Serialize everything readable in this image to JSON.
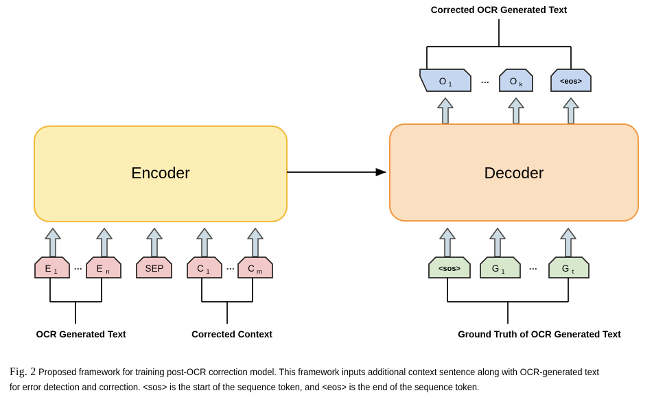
{
  "figure": {
    "top_title": "Corrected OCR Generated Text",
    "encoder": {
      "label": "Encoder"
    },
    "decoder": {
      "label": "Decoder"
    },
    "ellipsis": "...",
    "output_tokens": [
      {
        "id": "o1",
        "base": "O",
        "sub": "1",
        "plain": ""
      },
      {
        "id": "ok",
        "base": "O",
        "sub": "k",
        "plain": ""
      },
      {
        "id": "eos",
        "base": "",
        "sub": "",
        "plain": "<eos>"
      }
    ],
    "encoder_tokens": [
      {
        "id": "e1",
        "base": "E",
        "sub": "1",
        "plain": ""
      },
      {
        "id": "en",
        "base": "E",
        "sub": "n",
        "plain": ""
      },
      {
        "id": "sep",
        "base": "",
        "sub": "",
        "plain": "SEP"
      },
      {
        "id": "c1",
        "base": "C",
        "sub": "1",
        "plain": ""
      },
      {
        "id": "cm",
        "base": "C",
        "sub": "m",
        "plain": ""
      }
    ],
    "decoder_tokens": [
      {
        "id": "sos",
        "base": "",
        "sub": "",
        "plain": "<sos>"
      },
      {
        "id": "g1",
        "base": "G",
        "sub": "1",
        "plain": ""
      },
      {
        "id": "gt",
        "base": "G",
        "sub": "t",
        "plain": ""
      }
    ],
    "group_labels": {
      "ocr_generated_text": "OCR Generated Text",
      "corrected_context": "Corrected Context",
      "ground_truth": "Ground Truth of OCR Generated Text"
    },
    "colors": {
      "encoder_fill": "#fdeeb5",
      "encoder_stroke": "#f2b93c",
      "decoder_fill": "#fbdfc1",
      "decoder_stroke": "#ef9a42",
      "encoder_token_fill": "#f2c9c9",
      "decoder_token_fill": "#d7e8cd",
      "output_token_fill": "#c5d7f0",
      "token_stroke": "#23201f",
      "arrow_fill": "#ccdbe3",
      "arrow_stroke": "#4a4a4a",
      "line": "#000000"
    }
  },
  "caption": {
    "fig_number": "Fig. 2",
    "text": " Proposed framework for training post-OCR correction model. This framework inputs additional context sentence along with OCR-generated text for error detection and correction. <sos> is the start of the sequence token, and <eos> is the end of the sequence token."
  }
}
